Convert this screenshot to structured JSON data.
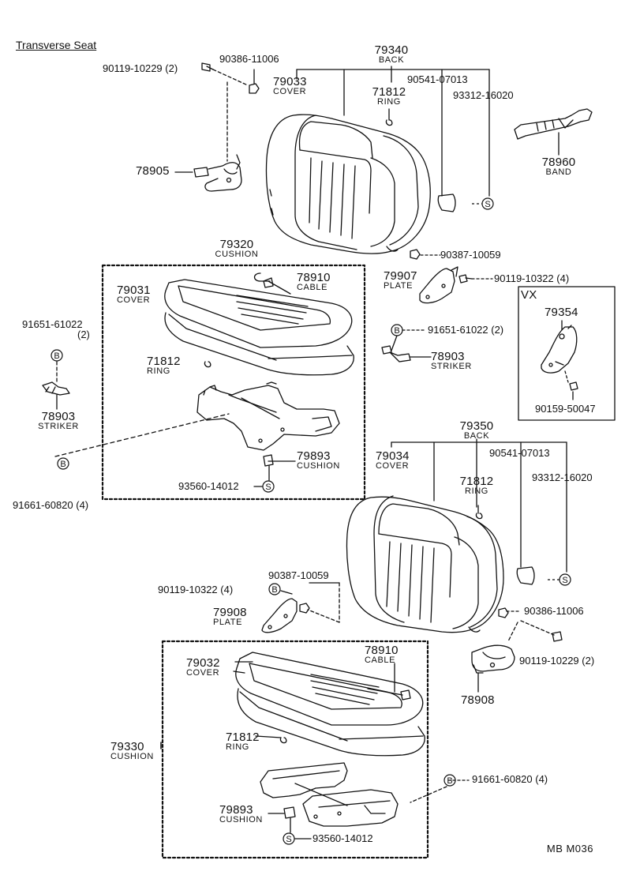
{
  "title": "Transverse Seat",
  "footer_code": "MB  M036",
  "vx_label": "VX",
  "part_labels": [
    {
      "id": "p1",
      "text": "90119-10229 (2)"
    },
    {
      "id": "p2",
      "text": "90386-11006"
    },
    {
      "id": "p3",
      "text": "79340",
      "sub": "BACK"
    },
    {
      "id": "p4",
      "text": "79033",
      "sub": "COVER"
    },
    {
      "id": "p5",
      "text": "90541-07013"
    },
    {
      "id": "p6",
      "text": "71812",
      "sub": "RING"
    },
    {
      "id": "p7",
      "text": "93312-16020"
    },
    {
      "id": "p8",
      "text": "78960",
      "sub": "BAND"
    },
    {
      "id": "p9",
      "text": "78905"
    },
    {
      "id": "p10",
      "text": "79320",
      "sub": "CUSHION"
    },
    {
      "id": "p11",
      "text": "90387-10059"
    },
    {
      "id": "p12",
      "text": "79031",
      "sub": "COVER"
    },
    {
      "id": "p13",
      "text": "78910",
      "sub": "CABLE"
    },
    {
      "id": "p14",
      "text": "79907",
      "sub": "PLATE"
    },
    {
      "id": "p15",
      "text": "90119-10322 (4)"
    },
    {
      "id": "p16",
      "text": "79354"
    },
    {
      "id": "p17",
      "text": "91651-61022",
      "extra": "(2)"
    },
    {
      "id": "p18",
      "text": "91651-61022 (2)"
    },
    {
      "id": "p19",
      "text": "71812",
      "sub": "RING"
    },
    {
      "id": "p20",
      "text": "78903",
      "sub": "STRIKER"
    },
    {
      "id": "p21",
      "text": "78903",
      "sub": "STRIKER"
    },
    {
      "id": "p22",
      "text": "90159-50047"
    },
    {
      "id": "p23",
      "text": "79893",
      "sub": "CUSHION"
    },
    {
      "id": "p24",
      "text": "93560-14012"
    },
    {
      "id": "p25",
      "text": "91661-60820 (4)"
    },
    {
      "id": "p26",
      "text": "79350",
      "sub": "BACK"
    },
    {
      "id": "p27",
      "text": "79034",
      "sub": "COVER"
    },
    {
      "id": "p28",
      "text": "90541-07013"
    },
    {
      "id": "p29",
      "text": "71812",
      "sub": "RING"
    },
    {
      "id": "p30",
      "text": "93312-16020"
    },
    {
      "id": "p31",
      "text": "90387-10059"
    },
    {
      "id": "p32",
      "text": "90119-10322 (4)"
    },
    {
      "id": "p33",
      "text": "79908",
      "sub": "PLATE"
    },
    {
      "id": "p34",
      "text": "90386-11006"
    },
    {
      "id": "p35",
      "text": "90119-10229 (2)"
    },
    {
      "id": "p36",
      "text": "78908"
    },
    {
      "id": "p37",
      "text": "79032",
      "sub": "COVER"
    },
    {
      "id": "p38",
      "text": "78910",
      "sub": "CABLE"
    },
    {
      "id": "p39",
      "text": "71812",
      "sub": "RING"
    },
    {
      "id": "p40",
      "text": "79330",
      "sub": "CUSHION"
    },
    {
      "id": "p41",
      "text": "91661-60820 (4)"
    },
    {
      "id": "p42",
      "text": "79893",
      "sub": "CUSHION"
    },
    {
      "id": "p43",
      "text": "93560-14012"
    }
  ],
  "symbols": {
    "b": "B",
    "s": "S"
  }
}
